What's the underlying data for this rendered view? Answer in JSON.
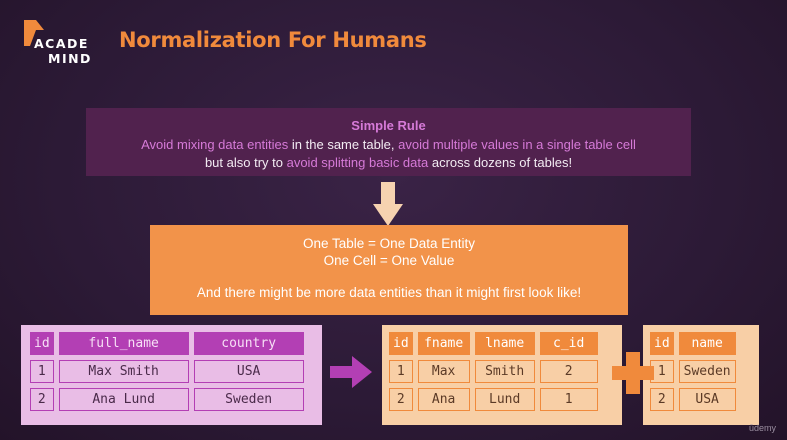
{
  "logo": {
    "line1": "ACADE",
    "line2": "MIND"
  },
  "title": "Normalization For Humans",
  "rule": {
    "heading": "Simple Rule",
    "line1_a": "Avoid mixing data entities",
    "line1_b": " in the same table, ",
    "line1_c": "avoid multiple values in a single table cell",
    "line2_a": "but also try to ",
    "line2_b": "avoid splitting basic data",
    "line2_c": " across dozens of tables!"
  },
  "principles": {
    "line1": "One Table = One Data Entity",
    "line2": "One Cell = One Value",
    "line3": "And there might be more data entities than it might first look like!"
  },
  "table_original": {
    "headers": [
      "id",
      "full_name",
      "country"
    ],
    "rows": [
      [
        "1",
        "Max Smith",
        "USA"
      ],
      [
        "2",
        "Ana Lund",
        "Sweden"
      ]
    ]
  },
  "table_users": {
    "headers": [
      "id",
      "fname",
      "lname",
      "c_id"
    ],
    "rows": [
      [
        "1",
        "Max",
        "Smith",
        "2"
      ],
      [
        "2",
        "Ana",
        "Lund",
        "1"
      ]
    ]
  },
  "table_countries": {
    "headers": [
      "id",
      "name"
    ],
    "rows": [
      [
        "1",
        "Sweden"
      ],
      [
        "2",
        "USA"
      ]
    ]
  },
  "colors": {
    "accent_orange": "#f08a3c",
    "accent_purple": "#b33fb4",
    "highlight_pink": "#d67ad8"
  },
  "watermark": "ūdemy"
}
